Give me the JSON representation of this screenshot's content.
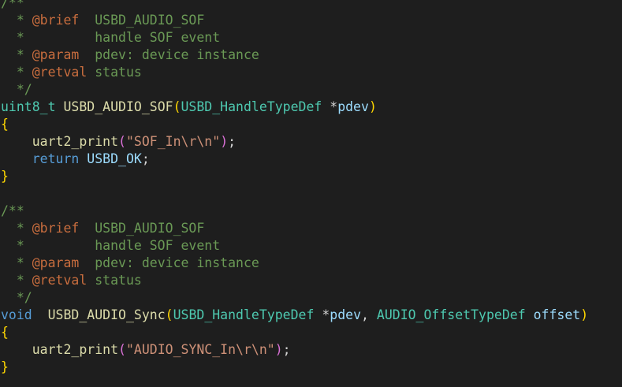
{
  "colors": {
    "background": "#1e1e1e",
    "comment": "#6a9955",
    "doc_tag": "#c86d3e",
    "keyword": "#569cd6",
    "function": "#dcdcaa",
    "type": "#4ec9b0",
    "variable": "#9cdcfe",
    "string": "#ce9178",
    "brace": "#ffd700"
  },
  "lines": [
    [
      {
        "t": "/**",
        "c": "cmt"
      }
    ],
    [
      {
        "t": "  * ",
        "c": "cmt"
      },
      {
        "t": "@brief",
        "c": "tag"
      },
      {
        "t": "  USBD_AUDIO_SOF",
        "c": "cmt"
      }
    ],
    [
      {
        "t": "  *         handle SOF event",
        "c": "cmt"
      }
    ],
    [
      {
        "t": "  * ",
        "c": "cmt"
      },
      {
        "t": "@param",
        "c": "tag"
      },
      {
        "t": "  pdev: device instance",
        "c": "cmt"
      }
    ],
    [
      {
        "t": "  * ",
        "c": "cmt"
      },
      {
        "t": "@retval",
        "c": "tag"
      },
      {
        "t": " status",
        "c": "cmt"
      }
    ],
    [
      {
        "t": "  */",
        "c": "cmt"
      }
    ],
    [
      {
        "t": "uint8_t",
        "c": "type"
      },
      {
        "t": " ",
        "c": "plain"
      },
      {
        "t": "USBD_AUDIO_SOF",
        "c": "fn"
      },
      {
        "t": "(",
        "c": "brace"
      },
      {
        "t": "USBD_HandleTypeDef",
        "c": "type"
      },
      {
        "t": " *",
        "c": "plain"
      },
      {
        "t": "pdev",
        "c": "var"
      },
      {
        "t": ")",
        "c": "brace"
      }
    ],
    [
      {
        "t": "{",
        "c": "brace"
      }
    ],
    [
      {
        "t": "    ",
        "c": "plain"
      },
      {
        "t": "uart2_print",
        "c": "fn"
      },
      {
        "t": "(",
        "c": "paren"
      },
      {
        "t": "\"SOF_In\\r\\n\"",
        "c": "str"
      },
      {
        "t": ")",
        "c": "paren"
      },
      {
        "t": ";",
        "c": "plain"
      }
    ],
    [
      {
        "t": "    ",
        "c": "plain"
      },
      {
        "t": "return",
        "c": "kw"
      },
      {
        "t": " ",
        "c": "plain"
      },
      {
        "t": "USBD_OK",
        "c": "var"
      },
      {
        "t": ";",
        "c": "plain"
      }
    ],
    [
      {
        "t": "}",
        "c": "brace"
      }
    ],
    [
      {
        "t": "",
        "c": "plain"
      }
    ],
    [
      {
        "t": "/**",
        "c": "cmt"
      }
    ],
    [
      {
        "t": "  * ",
        "c": "cmt"
      },
      {
        "t": "@brief",
        "c": "tag"
      },
      {
        "t": "  USBD_AUDIO_SOF",
        "c": "cmt"
      }
    ],
    [
      {
        "t": "  *         handle SOF event",
        "c": "cmt"
      }
    ],
    [
      {
        "t": "  * ",
        "c": "cmt"
      },
      {
        "t": "@param",
        "c": "tag"
      },
      {
        "t": "  pdev: device instance",
        "c": "cmt"
      }
    ],
    [
      {
        "t": "  * ",
        "c": "cmt"
      },
      {
        "t": "@retval",
        "c": "tag"
      },
      {
        "t": " status",
        "c": "cmt"
      }
    ],
    [
      {
        "t": "  */",
        "c": "cmt"
      }
    ],
    [
      {
        "t": "void",
        "c": "kw"
      },
      {
        "t": "  ",
        "c": "plain"
      },
      {
        "t": "USBD_AUDIO_Sync",
        "c": "fn"
      },
      {
        "t": "(",
        "c": "brace"
      },
      {
        "t": "USBD_HandleTypeDef",
        "c": "type"
      },
      {
        "t": " *",
        "c": "plain"
      },
      {
        "t": "pdev",
        "c": "var"
      },
      {
        "t": ", ",
        "c": "plain"
      },
      {
        "t": "AUDIO_OffsetTypeDef",
        "c": "type"
      },
      {
        "t": " ",
        "c": "plain"
      },
      {
        "t": "offset",
        "c": "var"
      },
      {
        "t": ")",
        "c": "brace"
      }
    ],
    [
      {
        "t": "{",
        "c": "brace"
      }
    ],
    [
      {
        "t": "    ",
        "c": "plain"
      },
      {
        "t": "uart2_print",
        "c": "fn"
      },
      {
        "t": "(",
        "c": "paren"
      },
      {
        "t": "\"AUDIO_SYNC_In\\r\\n\"",
        "c": "str"
      },
      {
        "t": ")",
        "c": "paren"
      },
      {
        "t": ";",
        "c": "plain"
      }
    ],
    [
      {
        "t": "}",
        "c": "brace"
      }
    ]
  ]
}
